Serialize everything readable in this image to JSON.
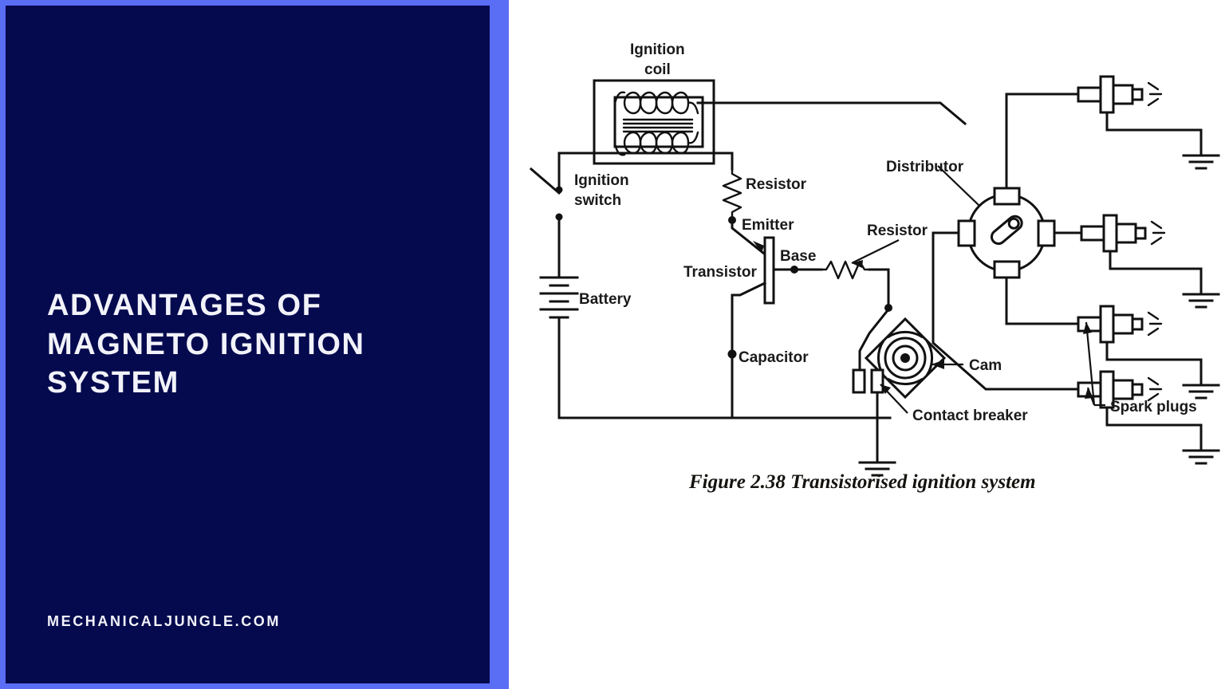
{
  "panel": {
    "title": "Advantages of Magneto Ignition System",
    "footer": "MECHANICALJUNGLE.COM",
    "background_color": "#050a4e",
    "border_color": "#5a6df5",
    "text_color": "#f2f3fa"
  },
  "diagram": {
    "caption": "Figure 2.38 Transistorised ignition system",
    "background_color": "#ffffff",
    "line_color": "#111111",
    "labels": {
      "ignition_coil_line1": "Ignition",
      "ignition_coil_line2": "coil",
      "ignition_switch_line1": "Ignition",
      "ignition_switch_line2": "switch",
      "battery": "Battery",
      "resistor_top": "Resistor",
      "emitter": "Emitter",
      "transistor": "Transistor",
      "base": "Base",
      "capacitor": "Capacitor",
      "resistor_base": "Resistor",
      "cam": "Cam",
      "contact_breaker": "Contact breaker",
      "distributor": "Distributor",
      "spark_plugs": "Spark plugs"
    },
    "components": [
      {
        "name": "ignition-coil",
        "label": "Ignition coil",
        "type": "transformer"
      },
      {
        "name": "ignition-switch",
        "label": "Ignition switch",
        "type": "switch"
      },
      {
        "name": "battery",
        "label": "Battery",
        "type": "battery"
      },
      {
        "name": "resistor-collector",
        "label": "Resistor",
        "type": "resistor"
      },
      {
        "name": "emitter-node",
        "label": "Emitter",
        "type": "node"
      },
      {
        "name": "transistor",
        "label": "Transistor",
        "type": "transistor"
      },
      {
        "name": "base-node",
        "label": "Base",
        "type": "node"
      },
      {
        "name": "capacitor-node",
        "label": "Capacitor",
        "type": "node"
      },
      {
        "name": "resistor-base",
        "label": "Resistor",
        "type": "resistor"
      },
      {
        "name": "cam",
        "label": "Cam",
        "type": "cam"
      },
      {
        "name": "contact-breaker",
        "label": "Contact breaker",
        "type": "contact-breaker"
      },
      {
        "name": "distributor",
        "label": "Distributor",
        "type": "distributor"
      },
      {
        "name": "spark-plug-1",
        "label": "Spark plugs",
        "type": "spark-plug"
      },
      {
        "name": "spark-plug-2",
        "label": "Spark plugs",
        "type": "spark-plug"
      },
      {
        "name": "spark-plug-3",
        "label": "Spark plugs",
        "type": "spark-plug"
      },
      {
        "name": "spark-plug-4",
        "label": "Spark plugs",
        "type": "spark-plug"
      }
    ],
    "spark_plug_count": 4,
    "distributor_terminals": 4
  }
}
